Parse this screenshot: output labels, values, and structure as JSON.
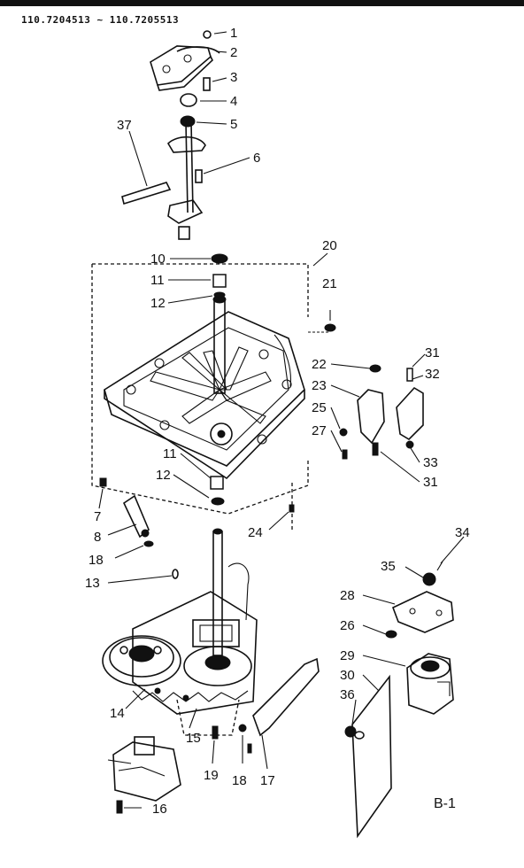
{
  "header": {
    "models": "110.7204513 ~ 110.7205513"
  },
  "caption": "B-1",
  "callouts": [
    {
      "id": "1",
      "text": "1"
    },
    {
      "id": "2",
      "text": "2"
    },
    {
      "id": "3",
      "text": "3"
    },
    {
      "id": "4",
      "text": "4"
    },
    {
      "id": "5",
      "text": "5"
    },
    {
      "id": "6",
      "text": "6"
    },
    {
      "id": "37",
      "text": "37"
    },
    {
      "id": "10",
      "text": "10"
    },
    {
      "id": "20",
      "text": "20"
    },
    {
      "id": "11a",
      "text": "11"
    },
    {
      "id": "12a",
      "text": "12"
    },
    {
      "id": "21",
      "text": "21"
    },
    {
      "id": "22",
      "text": "22"
    },
    {
      "id": "23",
      "text": "23"
    },
    {
      "id": "25",
      "text": "25"
    },
    {
      "id": "27",
      "text": "27"
    },
    {
      "id": "31a",
      "text": "31"
    },
    {
      "id": "32",
      "text": "32"
    },
    {
      "id": "33",
      "text": "33"
    },
    {
      "id": "31b",
      "text": "31"
    },
    {
      "id": "11b",
      "text": "11"
    },
    {
      "id": "12b",
      "text": "12"
    },
    {
      "id": "7",
      "text": "7"
    },
    {
      "id": "8",
      "text": "8"
    },
    {
      "id": "18a",
      "text": "18"
    },
    {
      "id": "24",
      "text": "24"
    },
    {
      "id": "13",
      "text": "13"
    },
    {
      "id": "34",
      "text": "34"
    },
    {
      "id": "35",
      "text": "35"
    },
    {
      "id": "28",
      "text": "28"
    },
    {
      "id": "26",
      "text": "26"
    },
    {
      "id": "29",
      "text": "29"
    },
    {
      "id": "30",
      "text": "30"
    },
    {
      "id": "36",
      "text": "36"
    },
    {
      "id": "14",
      "text": "14"
    },
    {
      "id": "15",
      "text": "15"
    },
    {
      "id": "19",
      "text": "19"
    },
    {
      "id": "18b",
      "text": "18"
    },
    {
      "id": "17",
      "text": "17"
    },
    {
      "id": "16",
      "text": "16"
    }
  ]
}
